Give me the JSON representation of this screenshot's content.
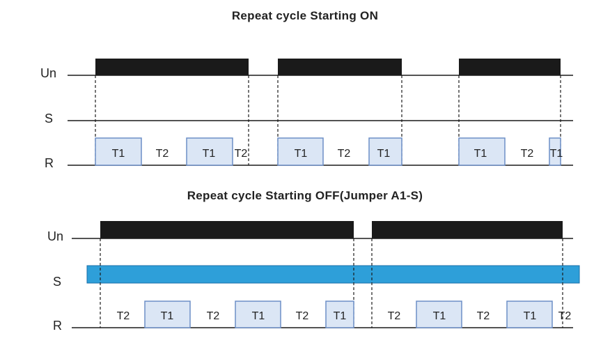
{
  "colors": {
    "pulse": "#1a1a1a",
    "line": "#1a1a1a",
    "t1_fill": "#dbe6f5",
    "t1_stroke": "#6d8fc7",
    "s_bar": "#2e9fd9",
    "s_bar_stroke": "#1b6fa8"
  },
  "diagram1": {
    "title": "Repeat cycle Starting ON",
    "signals": {
      "un": "Un",
      "s": "S",
      "r": "R"
    },
    "r_labels": [
      "T1",
      "T2",
      "T1",
      "T2",
      "T1",
      "T2",
      "T1",
      "T1",
      "T2",
      "T1"
    ]
  },
  "diagram2": {
    "title": "Repeat cycle Starting OFF(Jumper A1-S)",
    "signals": {
      "un": "Un",
      "s": "S",
      "r": "R"
    },
    "r_labels": [
      "T2",
      "T1",
      "T2",
      "T1",
      "T2",
      "T1",
      "T2",
      "T1",
      "T2",
      "T1",
      "T2"
    ]
  }
}
